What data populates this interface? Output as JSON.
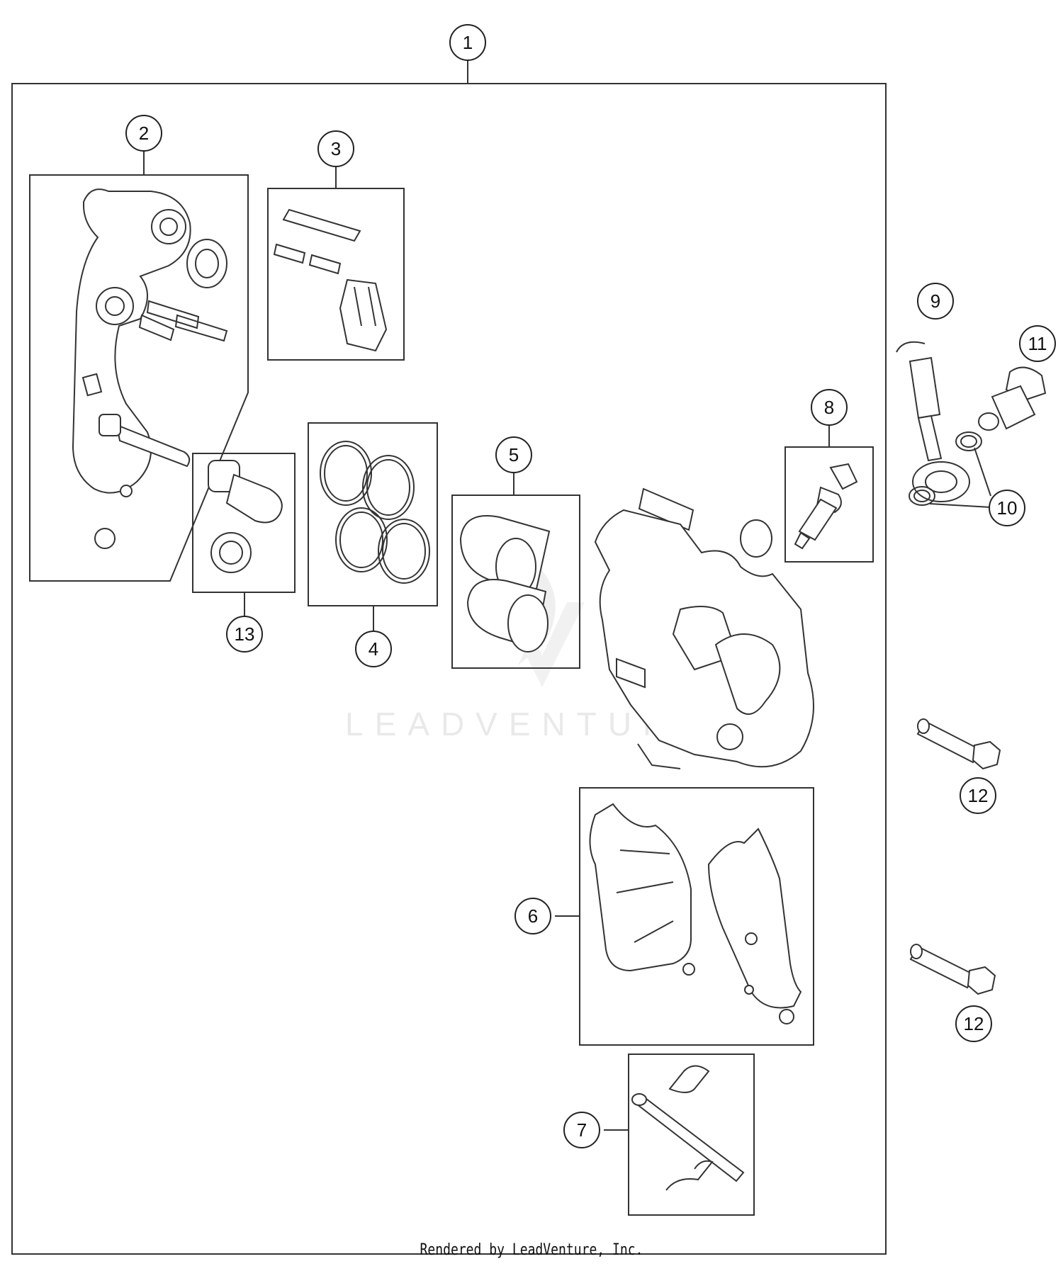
{
  "diagram": {
    "callouts": [
      "1",
      "2",
      "3",
      "4",
      "5",
      "6",
      "7",
      "8",
      "9",
      "10",
      "11",
      "12",
      "12",
      "13"
    ]
  },
  "watermark": "LEADVENTURE",
  "footer": "Rendered by LeadVenture, Inc."
}
